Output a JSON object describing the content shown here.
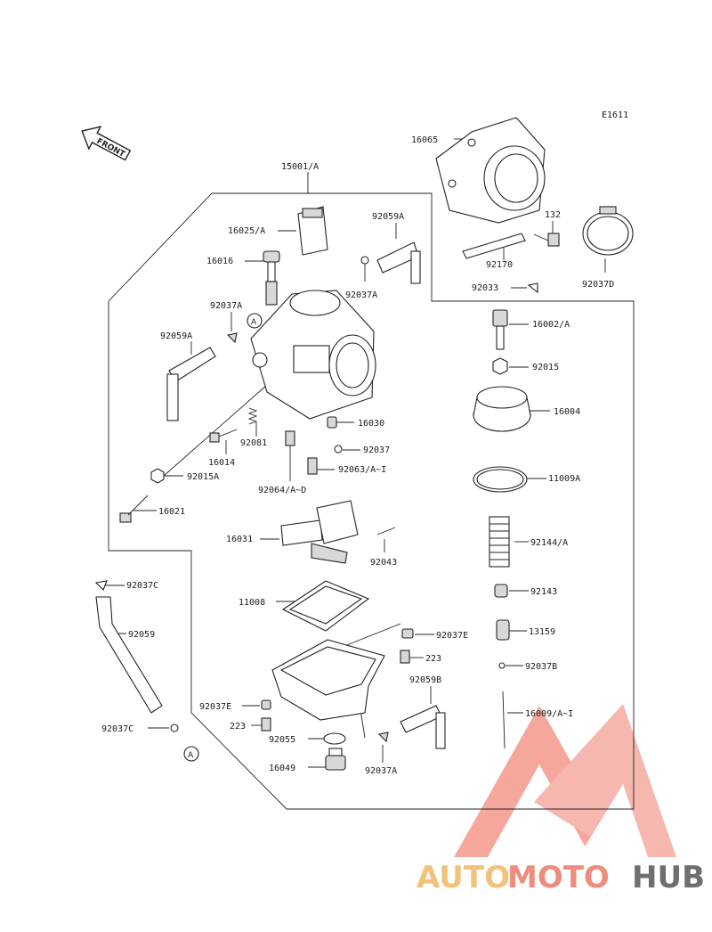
{
  "code": "E1611",
  "front_label": "FRONT",
  "ref_marker": "A",
  "labels": {
    "p16065": "16065",
    "p15001": "15001/A",
    "p16025": "16025/A",
    "p92059a_top": "92059A",
    "p132": "132",
    "p16016": "16016",
    "p92037a_top": "92037A",
    "p92170": "92170",
    "p92037d": "92037D",
    "p92033": "92033",
    "p92037a_left": "92037A",
    "p16002": "16002/A",
    "p92059a_left": "92059A",
    "p92015": "92015",
    "p16030": "16030",
    "p16004": "16004",
    "p92081": "92081",
    "p16014": "16014",
    "p92037": "92037",
    "p92063": "92063/A~I",
    "p92015a": "92015A",
    "p92064": "92064/A~D",
    "p11009a": "11009A",
    "p16021": "16021",
    "p92144": "92144/A",
    "p16031": "16031",
    "p92043": "92043",
    "p92037c_top": "92037C",
    "p92143": "92143",
    "p11008": "11008",
    "p92059": "92059",
    "p13159": "13159",
    "p92037e_right": "92037E",
    "p223_right": "223",
    "p92037b": "92037B",
    "p92059b": "92059B",
    "p92037e_left": "92037E",
    "p16009": "16009/A~I",
    "p223_left": "223",
    "p92037c_bottom": "92037C",
    "p92055": "92055",
    "p16049": "16049",
    "p92037a_bottom": "92037A"
  },
  "watermark": {
    "auto": "AUTO",
    "moto": "MOTO",
    "hub": "HUB"
  }
}
